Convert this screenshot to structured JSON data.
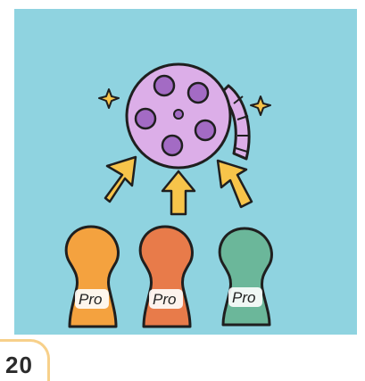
{
  "page": {
    "number": "20",
    "background_color": "#8fd3e0",
    "tab_border_color": "#f7d08a"
  },
  "illustration": {
    "central_item": "film-reel-icon",
    "reel_color": "#dcaee8",
    "hole_color": "#a36bc4",
    "arrow_color": "#f7c44a",
    "sparkle_color": "#f7c44a",
    "figures": [
      {
        "label": "Pro",
        "color": "#f4a23f"
      },
      {
        "label": "Pro",
        "color": "#e87b4a"
      },
      {
        "label": "Pro",
        "color": "#6bb79a"
      }
    ]
  }
}
